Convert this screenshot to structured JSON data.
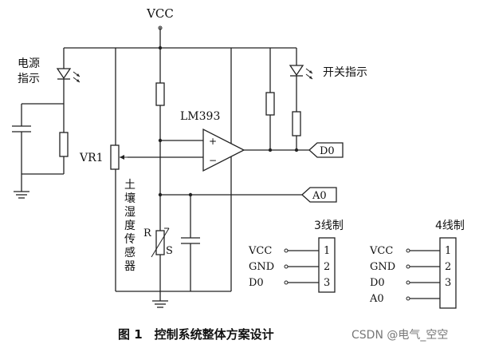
{
  "labels": {
    "vcc_top": "VCC",
    "power_led": "电源\n指示",
    "switch_led": "开关指示",
    "lm393": "LM393",
    "vr1": "VR1",
    "d0_port": "D0",
    "a0_port": "A0",
    "sensor": "土\n壤\n湿\n度\n传\n感\n器",
    "r": "R",
    "s": "S",
    "opamp_plus": "+",
    "opamp_minus": "−"
  },
  "connector3": {
    "title": "3线制",
    "pins": [
      "VCC",
      "GND",
      "D0"
    ],
    "numbers": [
      "1",
      "2",
      "3"
    ]
  },
  "connector4": {
    "title": "4线制",
    "pins": [
      "VCC",
      "GND",
      "D0",
      "A0"
    ],
    "numbers": [
      "1",
      "2",
      "3"
    ]
  },
  "caption": "图 1　控制系统整体方案设计",
  "watermark": "CSDN @电气_空空",
  "icons": [
    "led-icon",
    "capacitor-icon",
    "ground-icon",
    "resistor-icon",
    "potentiometer-icon",
    "opamp-icon",
    "sensor-icon"
  ]
}
